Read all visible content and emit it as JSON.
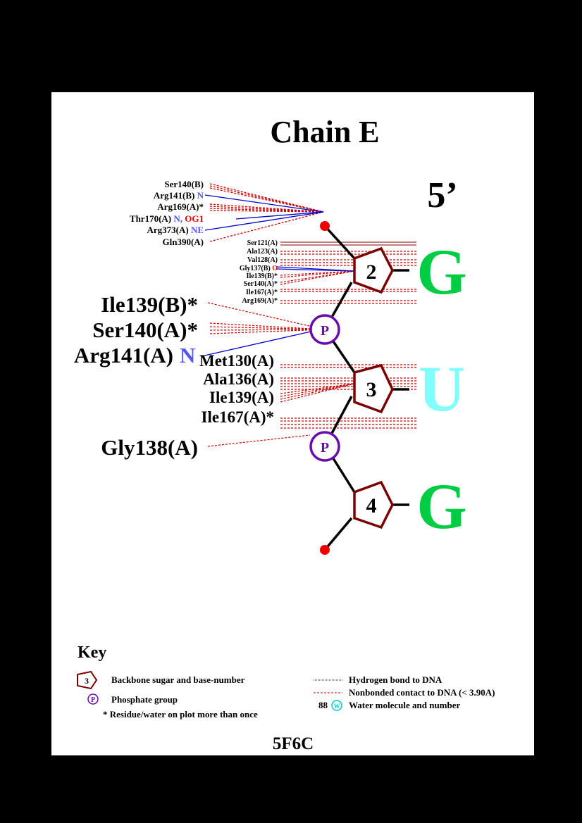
{
  "title": "Chain E",
  "five_prime_label": "5’",
  "pdb_code": "5F6C",
  "colors": {
    "sugar": "#7a0000",
    "phosphate": "#6a0dad",
    "hbond": "#0000cc",
    "nonbonded": "#cc0000",
    "guanine": "#00cc44",
    "uracil": "#80ffff",
    "terminal": "#ee0000",
    "atom_blue": "#5555ff",
    "atom_red": "#ee0000",
    "water": "#00cccc"
  },
  "nucleotides": [
    {
      "number": "2",
      "base": "G"
    },
    {
      "number": "3",
      "base": "U"
    },
    {
      "number": "4",
      "base": "G"
    }
  ],
  "phosphate_label": "P",
  "residues": {
    "top_cluster": [
      {
        "name": "Ser140(B)",
        "atom": "",
        "atom2": ""
      },
      {
        "name": "Arg141(B)",
        "atom": "N",
        "atom2": ""
      },
      {
        "name": "Arg169(A)*",
        "atom": "",
        "atom2": ""
      },
      {
        "name": "Thr170(A)",
        "atom": "N,",
        "atom2": "OG1"
      },
      {
        "name": "Arg373(A)",
        "atom": "NE",
        "atom2": ""
      },
      {
        "name": "Gln390(A)",
        "atom": "",
        "atom2": ""
      }
    ],
    "sugar2": [
      {
        "name": "Ser121(A)",
        "atom": ""
      },
      {
        "name": "Ala123(A)",
        "atom": ""
      },
      {
        "name": "Val128(A)",
        "atom": ""
      },
      {
        "name": "Gly137(B)",
        "atom": "O"
      },
      {
        "name": "Ile139(B)*",
        "atom": ""
      },
      {
        "name": "Ser140(A)*",
        "atom": ""
      },
      {
        "name": "Ile167(A)*",
        "atom": ""
      },
      {
        "name": "Arg169(A)*",
        "atom": ""
      }
    ],
    "phosphate1": [
      {
        "name": "Ile139(B)*",
        "atom": ""
      },
      {
        "name": "Ser140(A)*",
        "atom": ""
      },
      {
        "name": "Arg141(A)",
        "atom": "N"
      }
    ],
    "sugar3": [
      {
        "name": "Met130(A)",
        "atom": ""
      },
      {
        "name": "Ala136(A)",
        "atom": ""
      },
      {
        "name": "Ile139(A)",
        "atom": ""
      },
      {
        "name": "Ile167(A)*",
        "atom": ""
      }
    ],
    "phosphate2": [
      {
        "name": "Gly138(A)",
        "atom": ""
      }
    ]
  },
  "key": {
    "title": "Key",
    "sugar_sample_number": "3",
    "sugar_text": "Backbone sugar and base-number",
    "phosphate_text": "Phosphate group",
    "star_text": "* Residue/water on plot more than once",
    "hbond_text": "Hydrogen bond to DNA",
    "nonbonded_text": "Nonbonded contact to DNA (< 3.90A)",
    "water_number": "88",
    "water_symbol": "W",
    "water_text": "Water molecule and number"
  }
}
